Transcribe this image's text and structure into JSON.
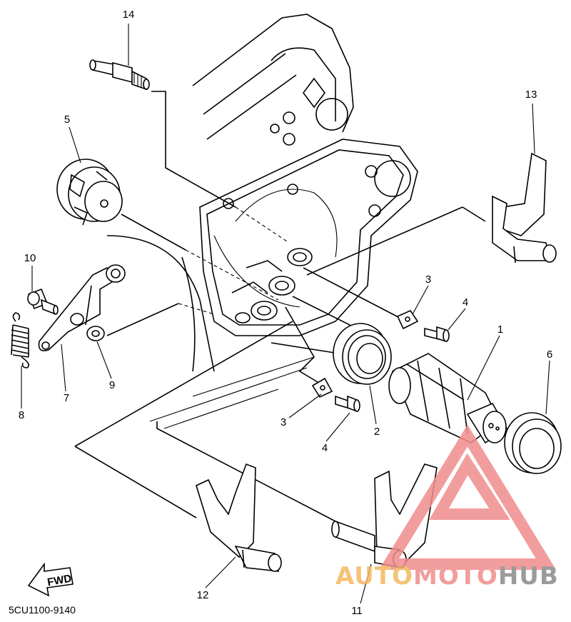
{
  "diagram_code": "5CU1100-9140",
  "fwd_label": "FWD",
  "watermark": {
    "part1": "AUTO",
    "part2": "MOTO",
    "part3": "HUB",
    "color1": "#f5b860",
    "color2": "#f08c8c",
    "color3": "#8a8a8a"
  },
  "callouts": [
    {
      "id": "p1",
      "label": "1"
    },
    {
      "id": "p2",
      "label": "2"
    },
    {
      "id": "p3a",
      "label": "3"
    },
    {
      "id": "p3b",
      "label": "3"
    },
    {
      "id": "p4a",
      "label": "4"
    },
    {
      "id": "p4b",
      "label": "4"
    },
    {
      "id": "p5",
      "label": "5"
    },
    {
      "id": "p6",
      "label": "6"
    },
    {
      "id": "p7",
      "label": "7"
    },
    {
      "id": "p8",
      "label": "8"
    },
    {
      "id": "p9",
      "label": "9"
    },
    {
      "id": "p10",
      "label": "10"
    },
    {
      "id": "p11",
      "label": "11"
    },
    {
      "id": "p12",
      "label": "12"
    },
    {
      "id": "p13",
      "label": "13"
    },
    {
      "id": "p14",
      "label": "14"
    }
  ]
}
